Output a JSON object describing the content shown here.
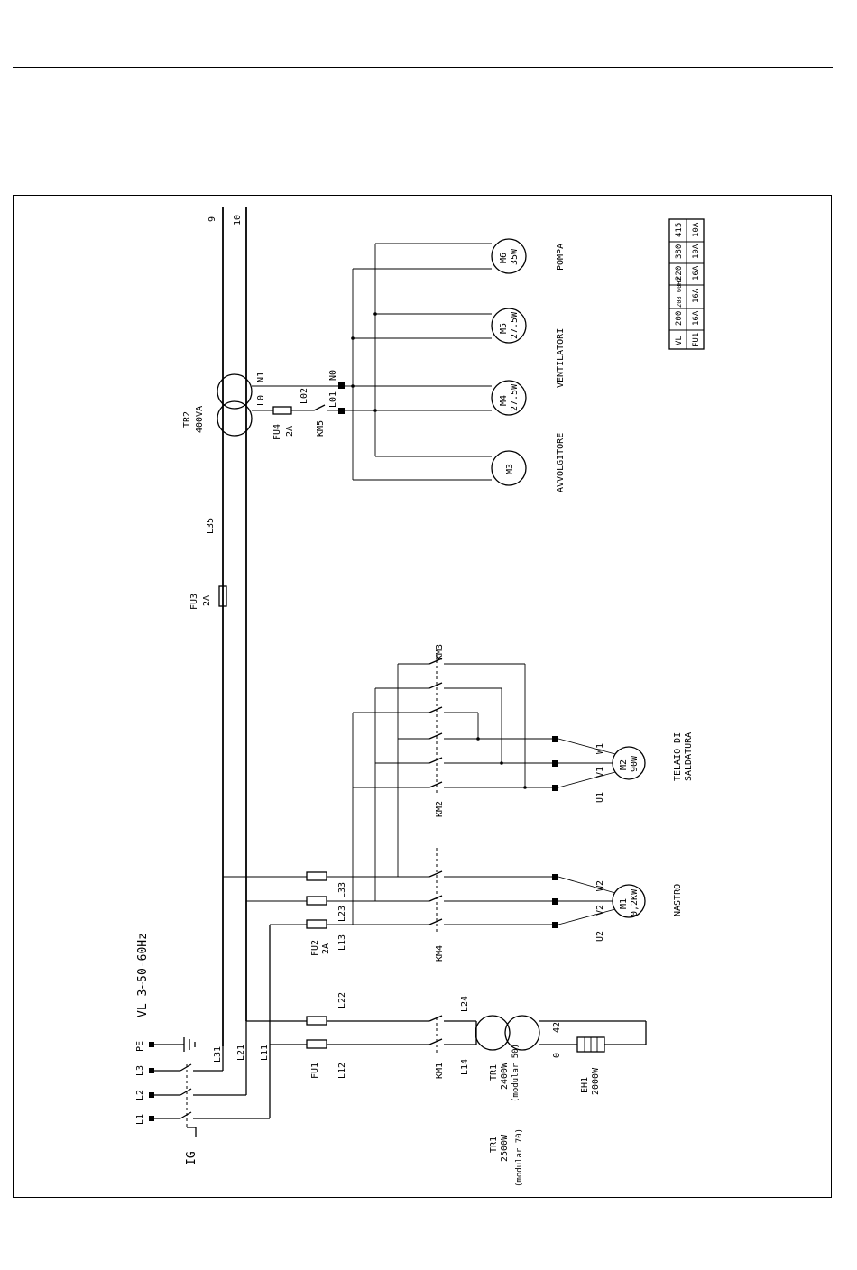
{
  "supply": {
    "spec": "VL 3~50-60Hz",
    "phases": [
      "PE",
      "L3",
      "L2",
      "L1"
    ],
    "main_switch": "IG"
  },
  "buses": {
    "upper": "9",
    "lower": "10"
  },
  "wires": {
    "l31": "L31",
    "l21": "L21",
    "l11": "L11",
    "l22": "L22",
    "l12": "L12",
    "l24": "L24",
    "l14": "L14",
    "l33": "L33",
    "l23": "L23",
    "l13": "L13",
    "l35": "L35",
    "l0": "L0",
    "n1": "N1",
    "l02": "L02",
    "l01": "L01",
    "n0": "N0",
    "t0": "0",
    "t42": "42"
  },
  "fuses": {
    "fu1": "FU1",
    "fu2": {
      "name": "FU2",
      "rating": "2A"
    },
    "fu3": {
      "name": "FU3",
      "rating": "2A"
    },
    "fu4": {
      "name": "FU4",
      "rating": "2A"
    }
  },
  "contactors": [
    "KM1",
    "KM4",
    "KM2",
    "KM3",
    "KM5"
  ],
  "transformers": {
    "tr1": {
      "name": "TR1",
      "power": "2400W",
      "model": "(modular 50)"
    },
    "tr1_alt": {
      "name": "TR1",
      "power": "2500W",
      "model": "(modular 70)"
    },
    "tr2": {
      "name": "TR2",
      "power": "400VA"
    }
  },
  "heater": {
    "name": "EH1",
    "power": "2000W"
  },
  "motors": {
    "m1": {
      "name": "M1",
      "power": "0,2KW",
      "label": "NASTRO",
      "terminals": [
        "U2",
        "V2",
        "W2"
      ]
    },
    "m2": {
      "name": "M2",
      "power": "90W",
      "label_line1": "TELAIO DI",
      "label_line2": "SALDATURA",
      "terminals": [
        "U1",
        "V1",
        "W1"
      ]
    },
    "m3": {
      "name": "M3",
      "label": "AVVOLGITORE"
    },
    "m4": {
      "name": "M4",
      "power": "27.5W"
    },
    "m5": {
      "name": "M5",
      "power": "27.5W"
    },
    "fans_label": "VENTILATORI",
    "m6": {
      "name": "M6",
      "power": "35W",
      "label": "POMPA"
    }
  },
  "fuse_table": {
    "header": [
      "VL",
      "200",
      "208 60Hz",
      "220",
      "380",
      "415"
    ],
    "row": [
      "FU1",
      "16A",
      "16A",
      "16A",
      "10A",
      "10A"
    ]
  }
}
